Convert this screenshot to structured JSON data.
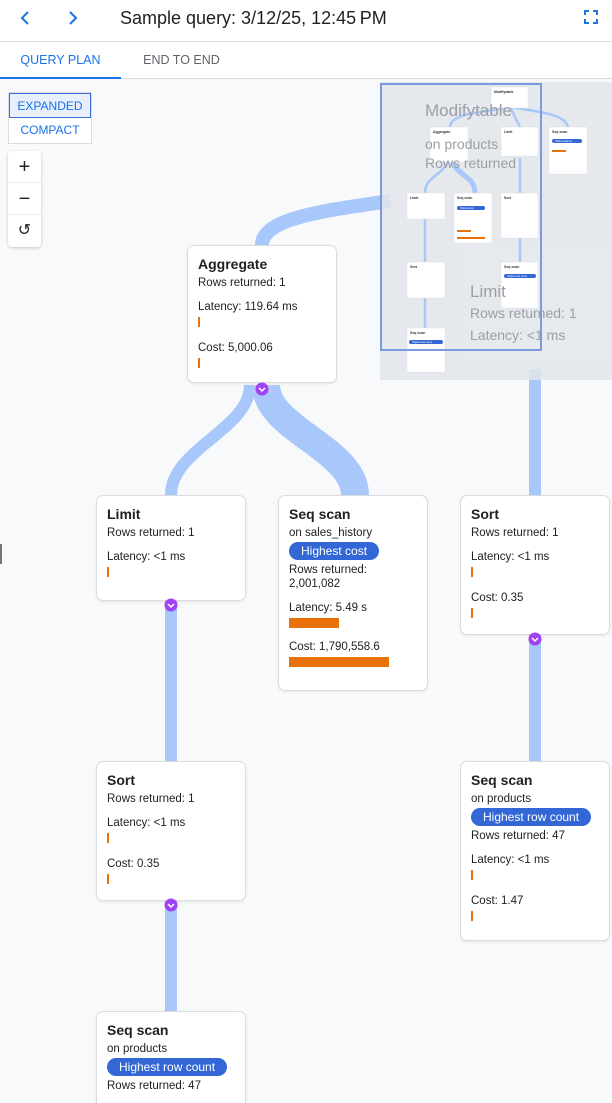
{
  "header": {
    "title": "Sample query: 3/12/25, 12:45 PM",
    "back_icon": "chevron-left-icon",
    "forward_icon": "chevron-right-icon",
    "fullscreen_icon": "fullscreen-icon"
  },
  "tabs": [
    {
      "label": "QUERY PLAN",
      "active": true
    },
    {
      "label": "END TO END",
      "active": false
    }
  ],
  "view_toggle": {
    "expanded": "EXPANDED",
    "compact": "COMPACT",
    "selected": "EXPANDED"
  },
  "zoom_controls": {
    "zoom_in": "+",
    "zoom_out": "−",
    "reset": "↺"
  },
  "colors": {
    "accent": "#1a73e8",
    "edge": "#a8c7fa",
    "bar": "#e8710a",
    "badge": "#3367d6",
    "expander": "#a142f4"
  },
  "nodes": {
    "aggregate": {
      "title": "Aggregate",
      "rows": "Rows returned: 1",
      "latency": "Latency: 119.64 ms",
      "cost": "Cost: 5,000.06"
    },
    "limit": {
      "title": "Limit",
      "rows": "Rows returned: 1",
      "latency": "Latency: <1 ms"
    },
    "seq_sales": {
      "title": "Seq scan",
      "on": "on",
      "table": "sales_history",
      "badge": "Highest cost",
      "rows_label": "Rows returned:",
      "rows_value": "2,001,082",
      "latency": "Latency: 5.49 s",
      "cost": "Cost: 1,790,558.6",
      "latency_fraction": 0.5,
      "cost_fraction": 1.0
    },
    "sort_right": {
      "title": "Sort",
      "rows": "Rows returned: 1",
      "latency": "Latency: <1 ms",
      "cost": "Cost: 0.35"
    },
    "sort_left": {
      "title": "Sort",
      "rows": "Rows returned: 1",
      "latency": "Latency: <1 ms",
      "cost": "Cost: 0.35"
    },
    "seq_products_right": {
      "title": "Seq scan",
      "on": "on",
      "table": "products",
      "badge": "Highest row count",
      "rows": "Rows returned: 47",
      "latency": "Latency: <1 ms",
      "cost": "Cost: 1.47"
    },
    "seq_products_bottom": {
      "title": "Seq scan",
      "on": "on",
      "table": "products",
      "badge": "Highest row count",
      "rows": "Rows returned: 47"
    }
  },
  "ghost_nodes": {
    "modifytable": {
      "title": "Modifytable",
      "on": "on products",
      "rows": "Rows returned"
    },
    "limit": {
      "title": "Limit",
      "rows": "Rows returned: 1",
      "latency": "Latency: <1 ms"
    }
  },
  "minimap": {
    "nodes": [
      "Modifytable",
      "Aggregate",
      "Limit",
      "Seq scan",
      "Limit",
      "Seq scan",
      "Sort",
      "Sort",
      "Seq scan",
      "Seq scan"
    ],
    "badges": [
      "Highest latency",
      "Highest cost",
      "Highest row count",
      "Highest row count"
    ]
  }
}
